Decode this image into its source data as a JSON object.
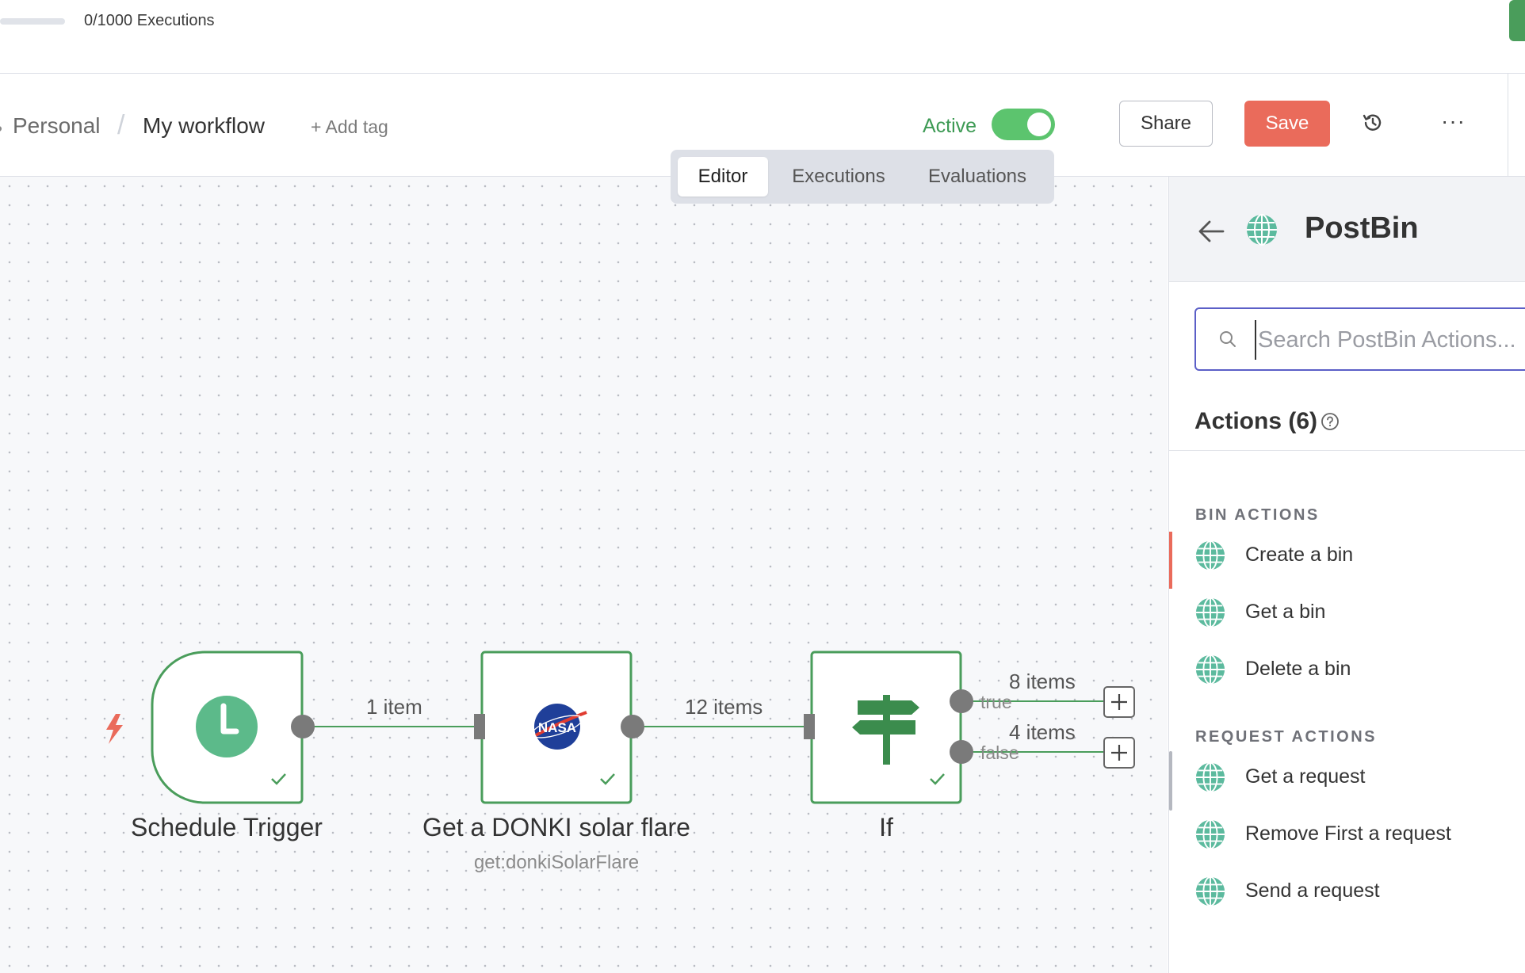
{
  "usage": {
    "text": "0/1000 Executions"
  },
  "header": {
    "project": "Personal",
    "separator": "/",
    "workflow_name": "My workflow",
    "add_tag": "+ Add tag",
    "active_label": "Active",
    "active": true,
    "share_label": "Share",
    "save_label": "Save",
    "more_label": "···"
  },
  "tabs": [
    {
      "label": "Editor",
      "active": true
    },
    {
      "label": "Executions",
      "active": false
    },
    {
      "label": "Evaluations",
      "active": false
    }
  ],
  "canvas": {
    "nodes": [
      {
        "name": "Schedule Trigger",
        "icon": "clock-icon",
        "status": "success"
      },
      {
        "name": "Get a DONKI solar flare",
        "subtitle": "get:donkiSolarFlare",
        "icon": "nasa-logo",
        "status": "success"
      },
      {
        "name": "If",
        "icon": "signpost-icon",
        "status": "success"
      }
    ],
    "edges": [
      {
        "label": "1 item"
      },
      {
        "label": "12 items"
      }
    ],
    "branches": [
      {
        "name": "true",
        "items": "8 items"
      },
      {
        "name": "false",
        "items": "4 items"
      }
    ],
    "colors": {
      "node_border": "#4a9d5b",
      "edge": "#4a9d5b",
      "trigger_bolt": "#ea6b5b"
    }
  },
  "panel": {
    "title": "PostBin",
    "search_placeholder": "Search PostBin Actions...",
    "actions_heading": "Actions (6)",
    "sections": [
      {
        "title": "BIN ACTIONS",
        "items": [
          "Create a bin",
          "Get a bin",
          "Delete a bin"
        ]
      },
      {
        "title": "REQUEST ACTIONS",
        "items": [
          "Get a request",
          "Remove First a request",
          "Send a request"
        ]
      }
    ]
  },
  "colors": {
    "accent": "#ea6b5b",
    "active_green": "#5cc46e",
    "search_border": "#5b5fc7"
  }
}
